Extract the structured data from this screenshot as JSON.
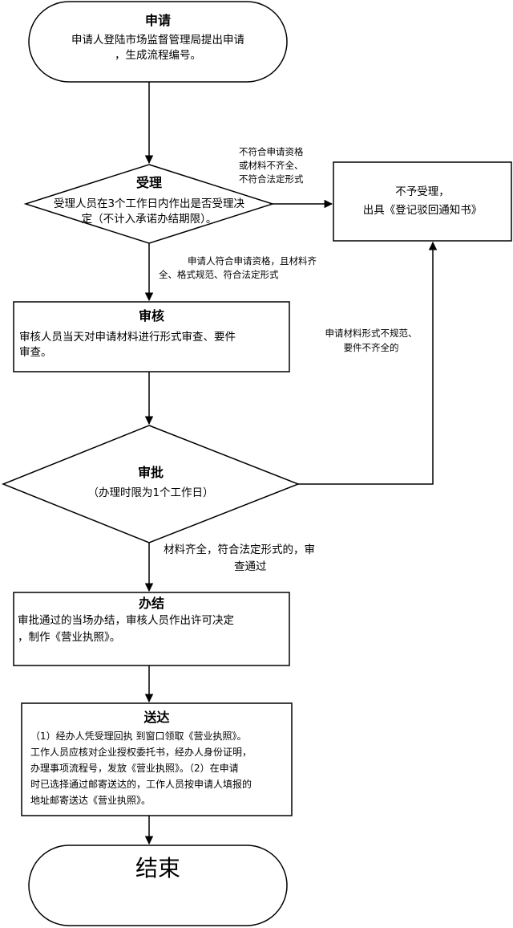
{
  "nodes": {
    "apply": {
      "title": "申请",
      "line1": "申请人登陆市场监督管理局提出申请",
      "line2": "，生成流程编号。"
    },
    "accept": {
      "title": "受理",
      "line1": "受理人员在3个工作日内作出是否受理决",
      "line2": "定（不计入承诺办结期限）。"
    },
    "reject": {
      "line1": "不予受理，",
      "line2": "出具《登记驳回通知书》"
    },
    "review": {
      "title": "审核",
      "line1": "审核人员当天对申请材料进行形式审查、要件",
      "line2": "审查。"
    },
    "approve": {
      "title": "审批",
      "line1": "（办理时限为1个工作日）"
    },
    "complete": {
      "title": "办结",
      "line1": "审批通过的当场办结，审核人员作出许可决定",
      "line2": "，制作《营业执照》。"
    },
    "deliver": {
      "title": "送达",
      "line1": "（1）经办人凭受理回执 到窗口领取《营业执照》。",
      "line2": "工作人员应核对企业授权委托书，经办人身份证明，",
      "line3": "办理事项流程号，发放《营业执照》。（2）在申请",
      "line4": "时已选择通过邮寄送达的，工作人员按申请人填报的",
      "line5": "地址邮寄送达《营业执照》。"
    },
    "end": {
      "title": "结束"
    }
  },
  "edge_labels": {
    "not_qualified": {
      "line1": "不符合申请资格",
      "line2": "或材料不齐全、",
      "line3": "不符合法定形式"
    },
    "qualified": {
      "line1": "申请人符合申请资格，且材料齐",
      "line2": "全、格式规范、符合法定形式"
    },
    "form_irregular": {
      "line1": "申请材料形式不规范、",
      "line2": "要件不齐全的"
    },
    "passed": {
      "line1": "材料齐全，符合法定形式的，审",
      "line2": "查通过"
    }
  },
  "colors": {
    "stroke": "#000000",
    "background": "#ffffff",
    "text": "#000000"
  }
}
